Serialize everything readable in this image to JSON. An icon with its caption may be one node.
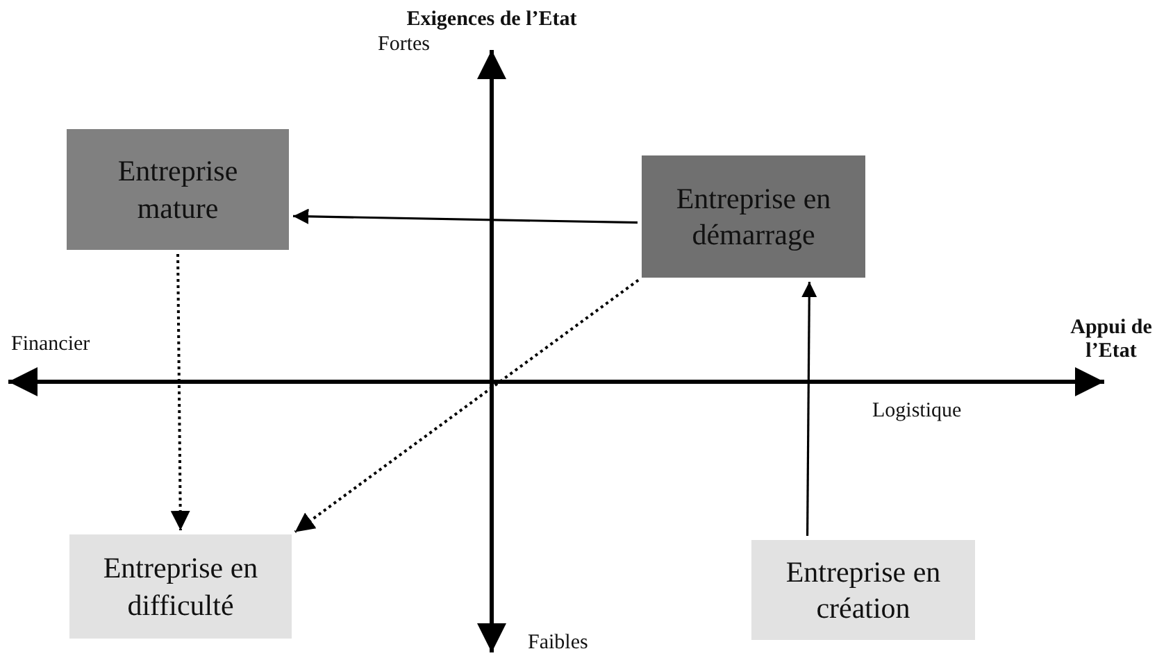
{
  "diagram": {
    "nodes": [
      {
        "text": [
          "Entreprise mature"
        ]
      },
      {
        "text": [
          "Entreprise en démarrage"
        ]
      },
      {
        "text": [
          "Entreprise en difficulté"
        ]
      },
      {
        "text": [
          "Entreprise en création"
        ]
      }
    ],
    "edges": [
      {
        "from": 1,
        "to": 0,
        "arrow": "to"
      },
      {
        "from": 0,
        "to": 2,
        "arrow": "to",
        "style": "dashed"
      },
      {
        "from": 1,
        "to": 2,
        "arrow": "to",
        "style": "dashed"
      },
      {
        "from": 3,
        "to": 1,
        "arrow": "to"
      }
    ],
    "labels": [
      "Exigences de l’Etat",
      "Fortes",
      "Financier",
      "Appui de l’Etat",
      "Logistique",
      "Faibles"
    ]
  }
}
